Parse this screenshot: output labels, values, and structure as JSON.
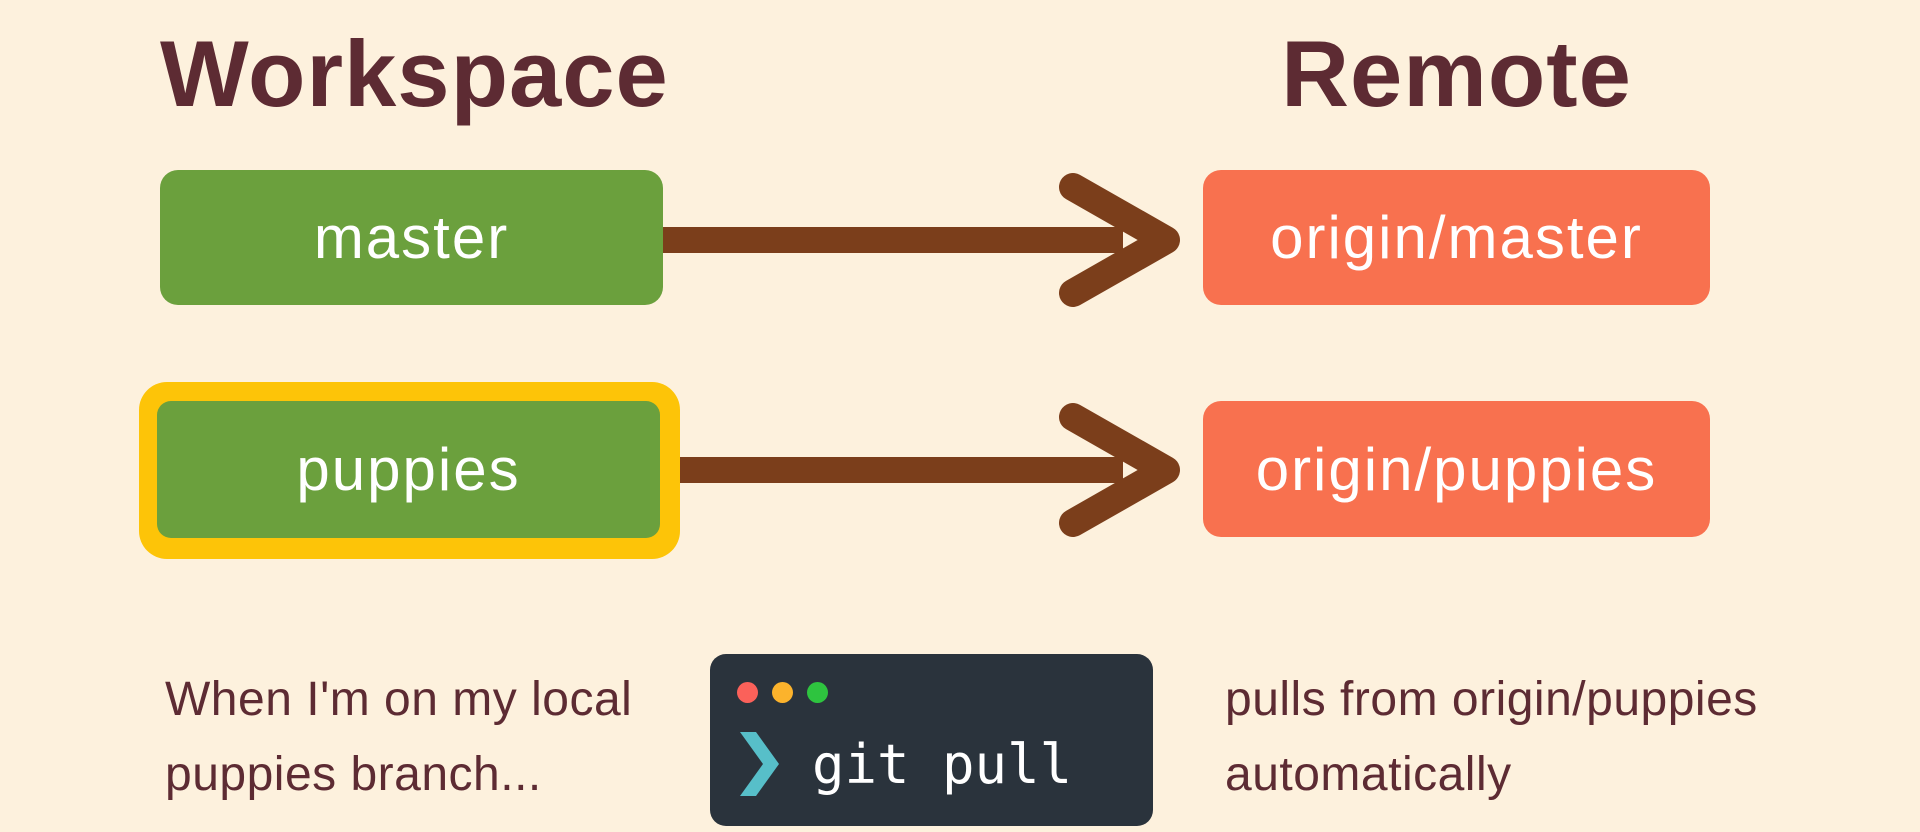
{
  "titles": {
    "workspace": "Workspace",
    "remote": "Remote"
  },
  "rows": [
    {
      "local": "master",
      "remote": "origin/master",
      "highlighted": false
    },
    {
      "local": "puppies",
      "remote": "origin/puppies",
      "highlighted": true
    }
  ],
  "caption": {
    "left_line1": "When I'm on my local",
    "left_line2": "puppies branch...",
    "right_line1": "pulls from origin/puppies",
    "right_line2": "automatically"
  },
  "terminal": {
    "command": "git pull"
  },
  "icons": {
    "terminal-close-dot": "red-circle",
    "terminal-minimize-dot": "yellow-circle",
    "terminal-zoom-dot": "green-circle",
    "prompt-chevron-icon": "heavy-right-chevron",
    "arrow-icon": "right-arrow"
  },
  "colors": {
    "bg": "#fdf1dd",
    "text-dark": "#5d2b33",
    "local-box": "#6ba03d",
    "remote-box": "#f8714f",
    "highlight": "#fdc408",
    "arrow": "#7b3e1b",
    "terminal-bg": "#2a333c",
    "prompt": "#57bfc9",
    "dot-red": "#fb615a",
    "dot-yellow": "#fcb32c",
    "dot-green": "#2ec43f",
    "box-text": "#ffffff"
  }
}
